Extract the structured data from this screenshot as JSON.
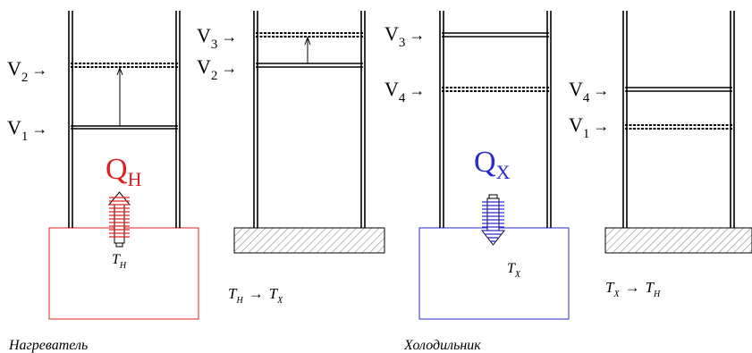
{
  "colors": {
    "heater": "#e02020",
    "cooler": "#2a2ad0",
    "line": "#000000",
    "hatch": "#888888"
  },
  "panel1": {
    "v2": "V",
    "v2_sub": "2",
    "v1": "V",
    "v1_sub": "1",
    "arrow": "→",
    "q_letter": "Q",
    "q_sub": "H",
    "t_letter": "T",
    "t_sub": "H",
    "caption": "Нагреватель"
  },
  "panel2": {
    "v3": "V",
    "v3_sub": "3",
    "v2": "V",
    "v2_sub": "2",
    "arrow": "→",
    "t_from": "T",
    "t_from_sub": "H",
    "t_to": "T",
    "t_to_sub": "X",
    "t_arrow": "→"
  },
  "panel3": {
    "v3": "V",
    "v3_sub": "3",
    "v4": "V",
    "v4_sub": "4",
    "arrow": "→",
    "q_letter": "Q",
    "q_sub": "X",
    "t_letter": "T",
    "t_sub": "X",
    "caption": "Холодильник"
  },
  "panel4": {
    "v4": "V",
    "v4_sub": "4",
    "v1": "V",
    "v1_sub": "1",
    "arrow": "→",
    "t_from": "T",
    "t_from_sub": "X",
    "t_to": "T",
    "t_to_sub": "H",
    "t_arrow": "→"
  }
}
